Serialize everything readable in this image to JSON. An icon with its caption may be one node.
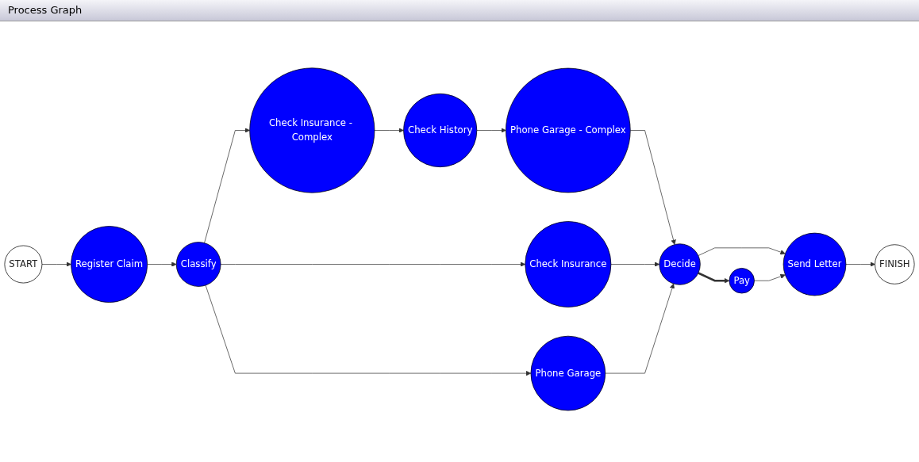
{
  "diagram": {
    "title": "Process Graph",
    "nodes": [
      {
        "text": [
          "START"
        ]
      },
      {
        "text": [
          "Register Claim"
        ]
      },
      {
        "text": [
          "Classify"
        ]
      },
      {
        "text": [
          "Check Insurance - Complex"
        ]
      },
      {
        "text": [
          "Check History"
        ]
      },
      {
        "text": [
          "Phone Garage - Complex"
        ]
      },
      {
        "text": [
          "Check Insurance"
        ]
      },
      {
        "text": [
          "Phone Garage"
        ]
      },
      {
        "text": [
          "Decide"
        ]
      },
      {
        "text": [
          "Send Letter"
        ]
      },
      {
        "text": [
          "Pay"
        ]
      },
      {
        "text": [
          "FINISH"
        ]
      }
    ],
    "edges": [
      {
        "from": 0,
        "to": 1,
        "arrow": "to"
      },
      {
        "from": 1,
        "to": 2,
        "arrow": "to"
      },
      {
        "from": 2,
        "to": 3,
        "arrow": "to"
      },
      {
        "from": 3,
        "to": 4,
        "arrow": "to"
      },
      {
        "from": 4,
        "to": 5,
        "arrow": "to"
      },
      {
        "from": 5,
        "to": 8,
        "arrow": "to"
      },
      {
        "from": 2,
        "to": 6,
        "arrow": "to"
      },
      {
        "from": 6,
        "to": 8,
        "arrow": "to"
      },
      {
        "from": 2,
        "to": 7,
        "arrow": "to"
      },
      {
        "from": 7,
        "to": 8,
        "arrow": "to"
      },
      {
        "from": 8,
        "to": 9,
        "arrow": "to"
      },
      {
        "from": 8,
        "to": 10,
        "arrow": "to",
        "style": "thick"
      },
      {
        "from": 10,
        "to": 9,
        "arrow": "to"
      },
      {
        "from": 9,
        "to": 11,
        "arrow": "to"
      }
    ]
  }
}
